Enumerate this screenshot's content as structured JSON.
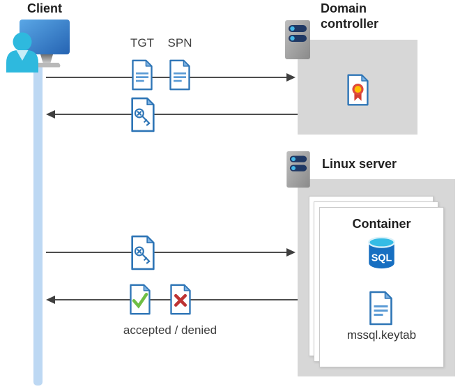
{
  "client": {
    "label": "Client"
  },
  "kerberos_flow": {
    "tgt_label": "TGT",
    "spn_label": "SPN",
    "result_label": "accepted / denied"
  },
  "domain_controller": {
    "label": "Domain controller"
  },
  "linux_server": {
    "label": "Linux server",
    "container": {
      "title": "Container",
      "sql_label": "SQL",
      "keytab_label": "mssql.keytab"
    }
  },
  "icons": {
    "client": "person-at-monitor-icon",
    "domain_controller": "server-icon",
    "linux_server": "server-icon",
    "ticket_documents": "document-icon",
    "session_key": "key-document-icon",
    "accepted": "check-document-icon",
    "denied": "x-document-icon",
    "certificate": "certificate-icon",
    "database": "sql-database-icon"
  },
  "colors": {
    "doc_border_blue": "#2E75B6",
    "doc_fold_blue": "#7FB3E3",
    "doc_line_blue": "#5B9BD5",
    "accept_green": "#6FBE44",
    "deny_red": "#BE3434",
    "cert_ribbon_red": "#D43F33",
    "cert_seal_yellow": "#FFC000",
    "arrow_gray": "#4D4D4D",
    "lifeline_blue": "#BDD8F3",
    "actor_box_gray": "#D7D7D7",
    "server_pill_navy": "#1F3864",
    "server_dot_blue": "#45B8E8",
    "sql_body_blue": "#176FC1",
    "sql_top_cyan": "#35BCE5",
    "monitor_blue": "#3D88D4",
    "person_cyan": "#2EB9DE"
  }
}
